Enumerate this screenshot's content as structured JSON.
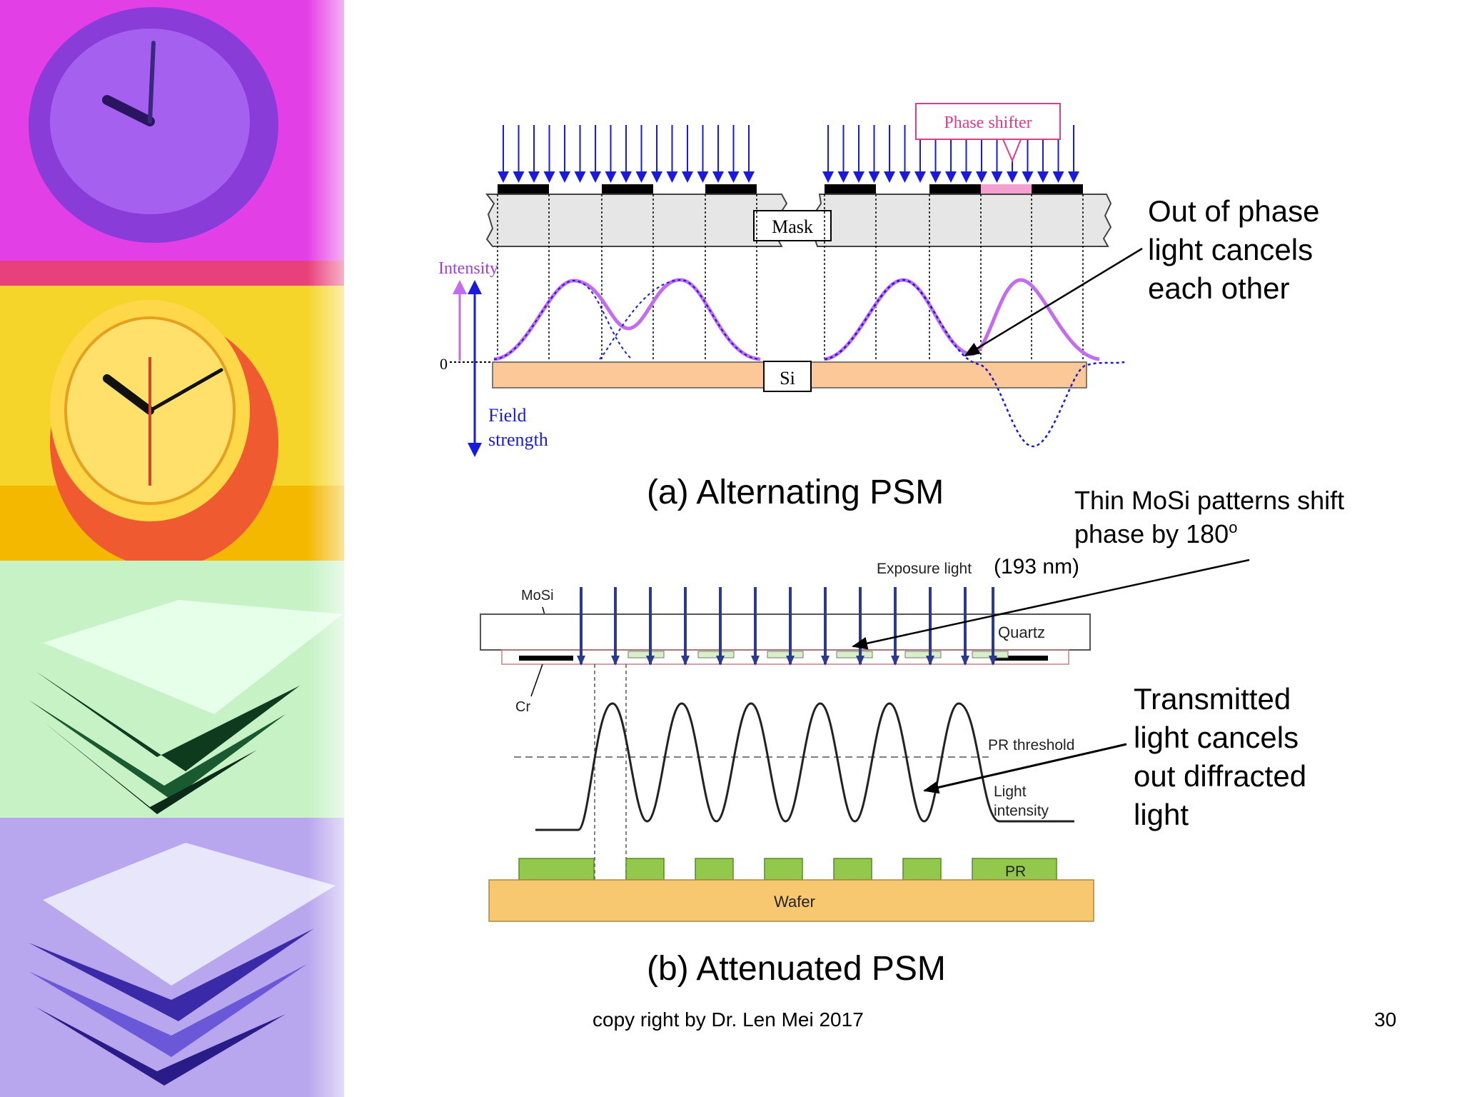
{
  "slide": {
    "page_number": "30",
    "footer": "copy right by Dr. Len Mei 2017"
  },
  "diagram_a": {
    "caption": "(a) Alternating PSM",
    "phase_shifter_label": "Phase shifter",
    "mask_label": "Mask",
    "si_label": "Si",
    "intensity_label": "Intensity",
    "zero_label": "0",
    "field_label_1": "Field",
    "field_label_2": "strength",
    "callout_lines": [
      "Out of phase",
      "light cancels",
      "each other"
    ]
  },
  "diagram_b": {
    "caption": "(b) Attenuated PSM",
    "callout_top_lines": [
      "Thin MoSi patterns shift",
      "phase by 180"
    ],
    "callout_top_sup": "o",
    "exposure_label": "Exposure light",
    "wavelength_label": "(193 nm)",
    "mosi_label": "MoSi",
    "quartz_label": "Quartz",
    "cr_label": "Cr",
    "pr_threshold_label": "PR threshold",
    "light_label_1": "Light",
    "light_label_2": "intensity",
    "pr_label": "PR",
    "wafer_label": "Wafer",
    "callout_bottom_lines": [
      "Transmitted",
      "light cancels",
      "out diffracted",
      "light"
    ]
  },
  "colors": {
    "arrow_blue": "#1a1adc",
    "curve_purple": "#c46cf0",
    "pink_shifter": "#f5a0d0",
    "si_orange": "#fcc898",
    "pr_green": "#92c84c",
    "wafer_orange": "#f8c870"
  }
}
